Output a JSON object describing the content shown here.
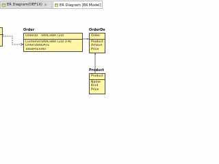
{
  "tabs": [
    {
      "label": "ER Diagram(DEF1X)",
      "active": false
    },
    {
      "label": "ER Diagram [ER Model]",
      "active": true
    }
  ],
  "entities": {
    "order": {
      "name": "Order",
      "pk": [
        {
          "col": "OrderID",
          "type": "VARCHAR (20)"
        }
      ],
      "attrs": [
        {
          "col": "CustomerID",
          "type": "VARCHAR (20) (FK)"
        },
        {
          "col": "OrderDate",
          "type": "DATE"
        },
        {
          "col": "TotalPrice",
          "type": "INT"
        }
      ]
    },
    "order_detail": {
      "name": "OrderDe",
      "pk": [
        "Order"
      ],
      "attrs": [
        "Product",
        "Amoun",
        "Price"
      ]
    },
    "product": {
      "name": "Product",
      "pk": [
        "Product"
      ],
      "attrs": [
        "Name",
        "Kind",
        "Price"
      ]
    }
  },
  "colors": {
    "entity_fill": "#fff6a8",
    "entity_border": "#4a4a4a",
    "line": "#3a3a3a"
  }
}
